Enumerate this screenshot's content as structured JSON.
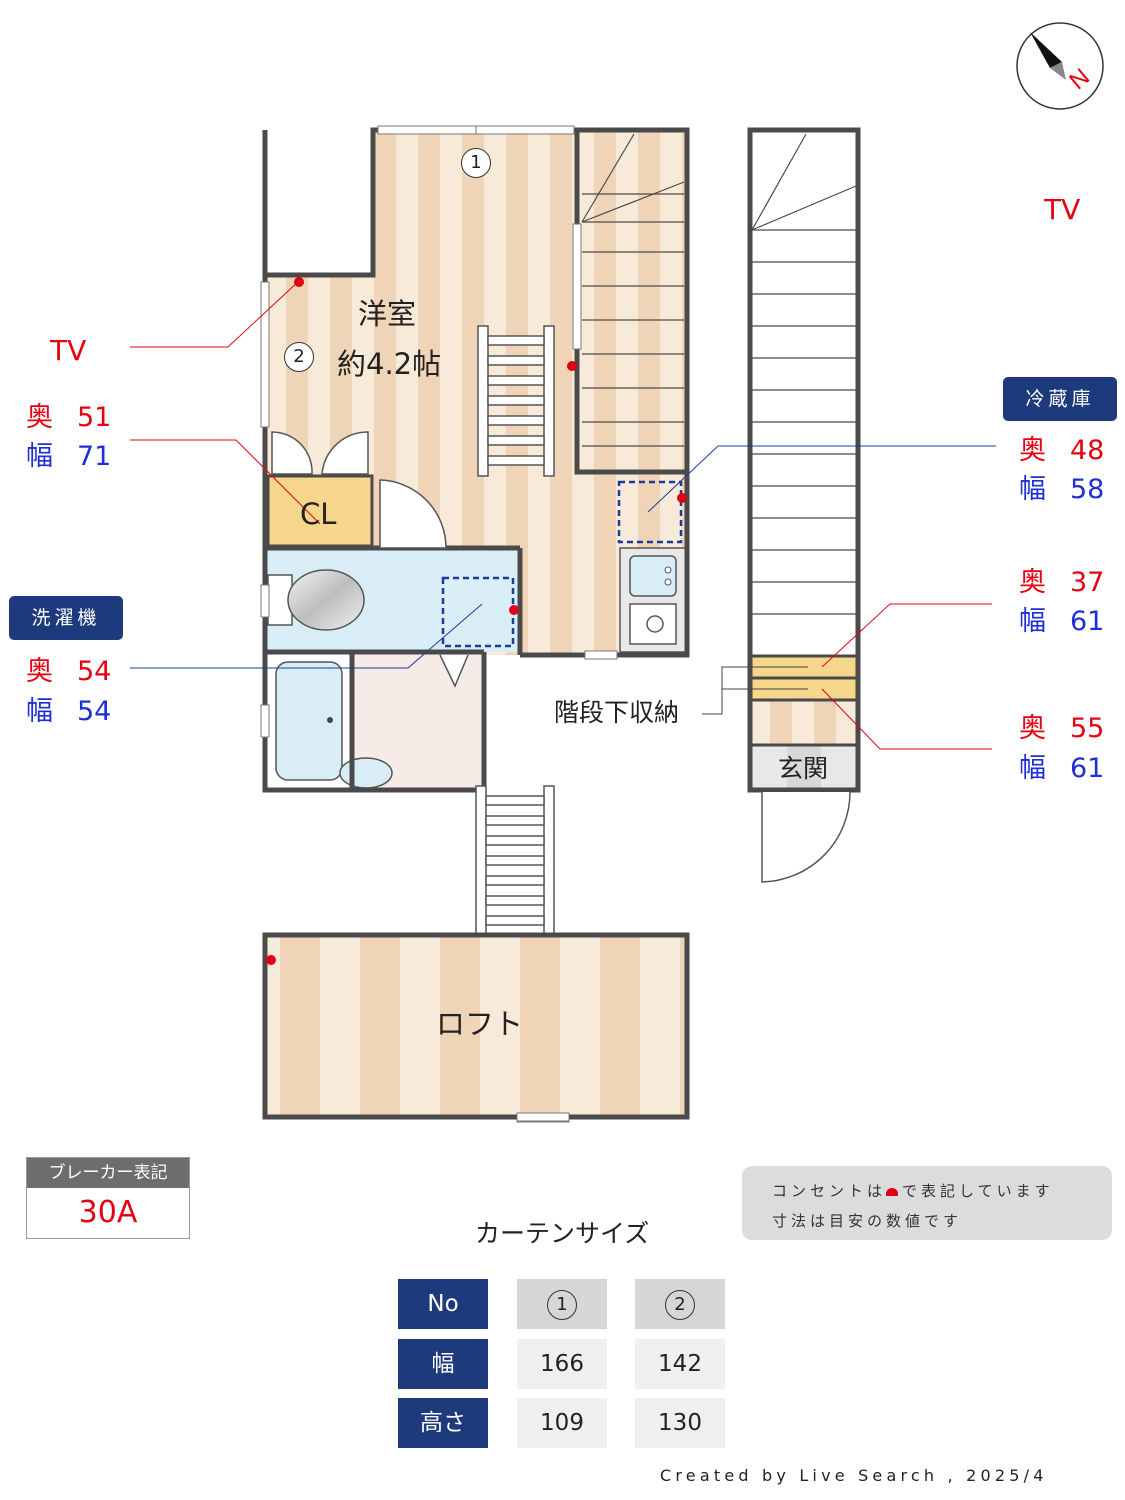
{
  "compass": {
    "label": "N"
  },
  "rooms": {
    "main_name": "洋室",
    "main_size": "約4.2帖",
    "closet": "CL",
    "loft": "ロフト",
    "entrance": "玄関",
    "stair_storage": "階段下収納"
  },
  "curtain_markers": {
    "one": "1",
    "two": "2"
  },
  "tv": {
    "left": "TV",
    "right": "TV"
  },
  "appliances": {
    "fridge": {
      "tag": "冷蔵庫",
      "depth_label": "奥",
      "depth": "48",
      "width_label": "幅",
      "width": "58"
    },
    "washer": {
      "tag": "洗濯機",
      "depth_label": "奥",
      "depth": "54",
      "width_label": "幅",
      "width": "54"
    },
    "closet": {
      "depth_label": "奥",
      "depth": "51",
      "width_label": "幅",
      "width": "71"
    },
    "storage_upper": {
      "depth_label": "奥",
      "depth": "37",
      "width_label": "幅",
      "width": "61"
    },
    "storage_lower": {
      "depth_label": "奥",
      "depth": "55",
      "width_label": "幅",
      "width": "61"
    }
  },
  "breaker": {
    "title": "ブレーカー表記",
    "value": "30A"
  },
  "note": {
    "line1": "コンセントは",
    "line1_rest": "で表記しています",
    "line2": "寸法は目安の数値です"
  },
  "curtain_table": {
    "title": "カーテンサイズ",
    "row_headers": [
      "No",
      "幅",
      "高さ"
    ],
    "columns": [
      {
        "no": "1",
        "width": "166",
        "height": "109"
      },
      {
        "no": "2",
        "width": "142",
        "height": "130"
      }
    ]
  },
  "credit": "Created by Live Search , 2025/4",
  "colors": {
    "wall": "#4a4a4a",
    "outlet": "#e00010",
    "wood_light": "#f8ead8",
    "wood_dark": "#f0d4b8",
    "bath": "#d8edf6",
    "tag": "#1d3b7c",
    "closet": "#f5d68a"
  }
}
